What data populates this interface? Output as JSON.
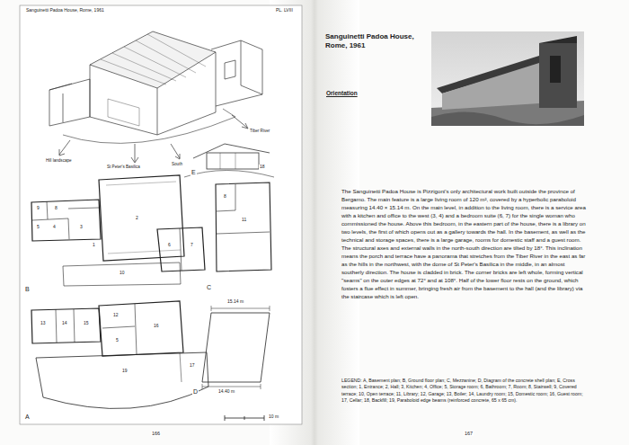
{
  "diagram": {
    "title": "Sanguinetti Padoa House, Rome, 1961",
    "labels": [
      "Sanguinetti Padoa House, Rome, 1961",
      "PL. LVIII",
      "Hill landscape",
      "St Peter's Basilica",
      "South",
      "Tiber River",
      "E",
      "18",
      "9",
      "8",
      "5",
      "4",
      "3",
      "1",
      "2",
      "6",
      "7",
      "10",
      "B",
      "8",
      "11",
      "C",
      "13",
      "14",
      "15",
      "12",
      "16",
      "5",
      "19",
      "17",
      "A",
      "15.14 m",
      "14.40 m",
      "D",
      "10 m",
      "166",
      "Orientation",
      "The Sanguinetti Padoa House is Pizzigoni's only architectural work built outside the province of Bergamo. The main feature is a large living room of 120 m², covered by a hyperbolic paraboloid measuring 14.40 × 15.14 m. On the main level, in addition to the living room, there is a service area with a kitchen and office to the west (3, 4) and a bedroom suite (6, 7) for the single woman who commissioned the house. Above this bedroom, in the eastern part of the house, there is a library on two levels, the first of which opens out as a gallery towards the hall. In the basement, as well as the technical and storage spaces, there is a large garage, rooms for domestic staff and a guest room. The structural axes and external walls in the north-south direction are tilted by 18°. This inclination means the porch and terrace have a panorama that stretches from the Tiber River in the east as far as the hills in the northwest, with the dome of St Peter's Basilica in the middle, in an almost southerly direction. The house is cladded in brick. The corner bricks are left whole, forming vertical \"seams\" on the outer edges at 72° and at 108°. Half of the lower floor rests on the ground, which fosters a flue effect in summer, bringing fresh air from the basement to the hall (and the library) via the staircase which is left open.",
      "LEGEND: A, Basement plan; B, Ground floor plan; C, Mezzanine; D, Diagram of the concrete shell plan; E, Cross section; 1, Entrance; 2, Hall; 3, Kitchen; 4, Office; 5, Storage room; 6, Bathroom; 7, Room; 8, Stairwell; 9, Covered terrace; 10, Open terrace; 11, Library; 12, Garage; 13, Boiler; 14, Laundry room; 15, Domestic room; 16, Guest room; 17, Cellar; 18, Backfill; 19, Paraboloid edge beams (reinforced concrete, 65 x 65 cm).",
      "167"
    ]
  }
}
